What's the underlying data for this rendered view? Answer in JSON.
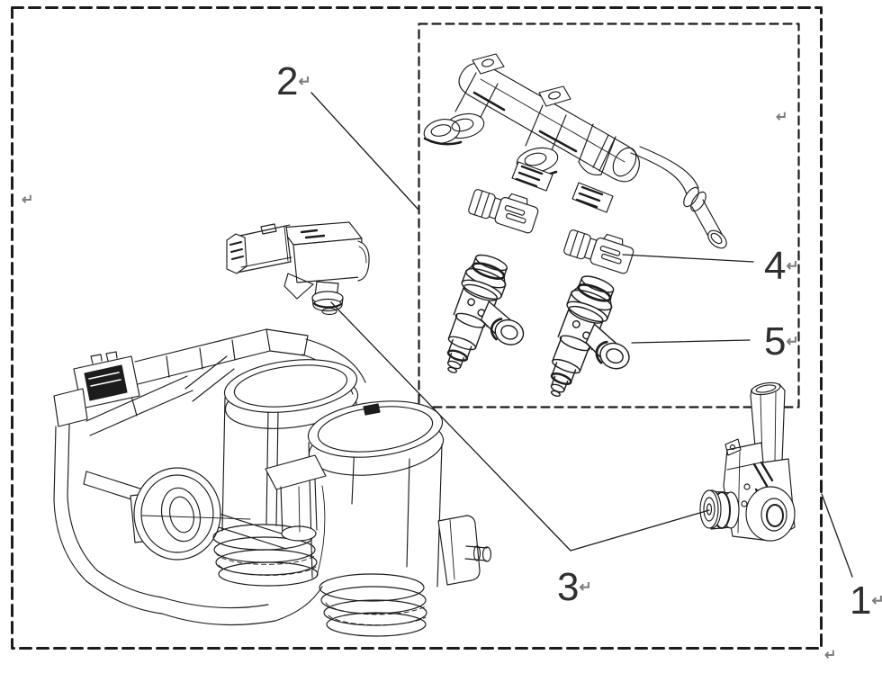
{
  "figure": {
    "background_color": "#ffffff",
    "line_color": "#1c1c1c",
    "label_color": "#2f2f2f",
    "mark_color": "#7f7f7f",
    "callouts": [
      {
        "number": "1",
        "mark": "↵"
      },
      {
        "number": "2",
        "mark": "↵"
      },
      {
        "number": "3",
        "mark": "↵"
      },
      {
        "number": "4",
        "mark": "↵"
      },
      {
        "number": "5",
        "mark": "↵"
      }
    ],
    "stray_marks": [
      "↵",
      "↵",
      "↵"
    ]
  }
}
